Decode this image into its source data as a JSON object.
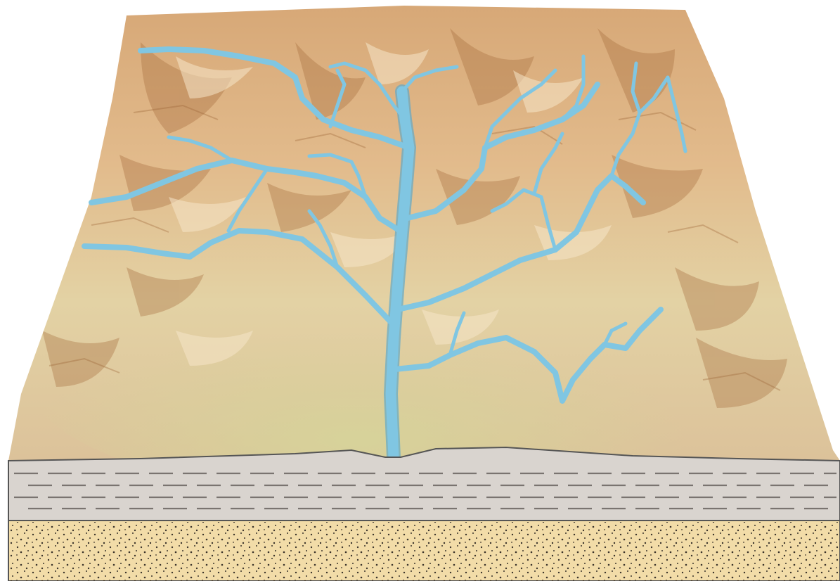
{
  "diagram": {
    "kind": "block-diagram",
    "subject": "dendritic-drainage-pattern",
    "labels": []
  },
  "colors": {
    "background": "#ffffff",
    "terrain_light": "#e9cfa6",
    "terrain_mid": "#d9ad78",
    "terrain_dark": "#a4693a",
    "lowland_green": "#d8d39a",
    "river": "#7fc4e0",
    "river_edge": "#5fa8c8",
    "shale_layer": "#d9d4cf",
    "shale_dash": "#7a7470",
    "sandstone_layer": "#f2dca8",
    "sand_dots": "#3b332b",
    "outline": "#555555"
  },
  "layers": [
    {
      "name": "surface-terrain"
    },
    {
      "name": "shale-layer"
    },
    {
      "name": "sandstone-layer"
    }
  ]
}
